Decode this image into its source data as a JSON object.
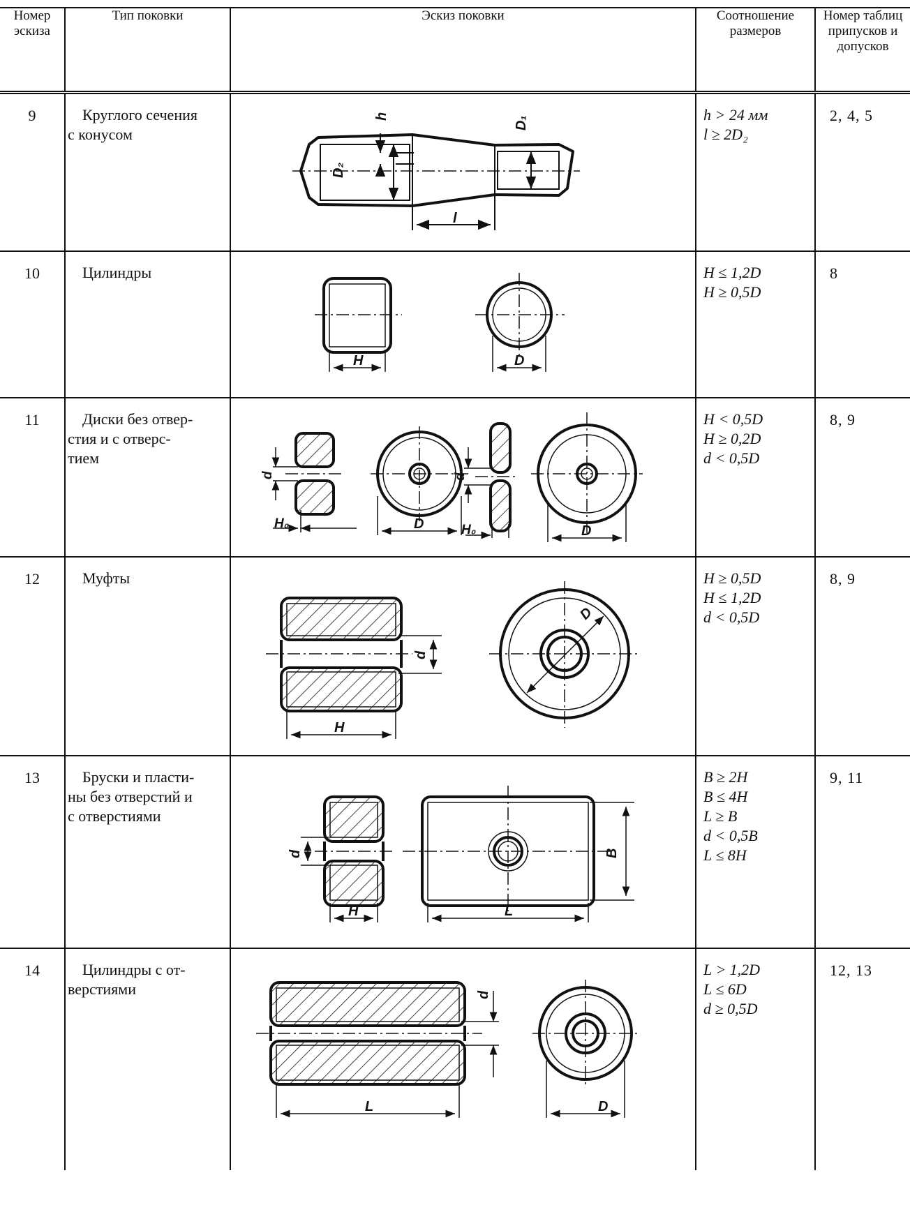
{
  "headers": {
    "num": "Номер эскиза",
    "type": "Тип поковки",
    "sketch": "Эскиз поковки",
    "ratio": "Соотношение размеров",
    "tables": "Номер таблиц припусков и допусков"
  },
  "rows": [
    {
      "num": "9",
      "type_lines": [
        "Круглого сечения",
        "с конусом"
      ],
      "ratio": [
        "h > 24 мм",
        "l ≥ 2D₂"
      ],
      "tables": "2, 4, 5",
      "labels": {
        "h": "h",
        "d1": "D₁",
        "d2": "D₂",
        "l": "l"
      }
    },
    {
      "num": "10",
      "type_lines": [
        "Цилиндры"
      ],
      "ratio": [
        "H ≤ 1,2D",
        "H ≥ 0,5D"
      ],
      "tables": "8",
      "labels": {
        "H": "H",
        "D": "D"
      }
    },
    {
      "num": "11",
      "type_lines": [
        "Диски без отвер-",
        "стия и с отверс-",
        "тием"
      ],
      "ratio": [
        "H < 0,5D",
        "H ≥ 0,2D",
        "d < 0,5D"
      ],
      "tables": "8, 9",
      "labels": {
        "d": "d",
        "H0": "H₀",
        "D": "D"
      }
    },
    {
      "num": "12",
      "type_lines": [
        "Муфты"
      ],
      "ratio": [
        "H ≥ 0,5D",
        "H ≤ 1,2D",
        "d < 0,5D"
      ],
      "tables": "8, 9",
      "labels": {
        "d": "d",
        "H": "H",
        "D": "D"
      }
    },
    {
      "num": "13",
      "type_lines": [
        "Бруски и пласти-",
        "ны без отверстий и",
        "с отверстиями"
      ],
      "ratio": [
        "B ≥ 2H",
        "B ≤ 4H",
        "L ≥ B",
        "d < 0,5B",
        "L ≤ 8H"
      ],
      "tables": "9, 11",
      "labels": {
        "d": "d",
        "H": "H",
        "L": "L",
        "B": "B"
      }
    },
    {
      "num": "14",
      "type_lines": [
        "Цилиндры с от-",
        "верстиями"
      ],
      "ratio": [
        "L > 1,2D",
        "L ≤ 6D",
        "d ≥ 0,5D"
      ],
      "tables": "12, 13",
      "labels": {
        "d": "d",
        "L": "L",
        "D": "D"
      }
    }
  ]
}
